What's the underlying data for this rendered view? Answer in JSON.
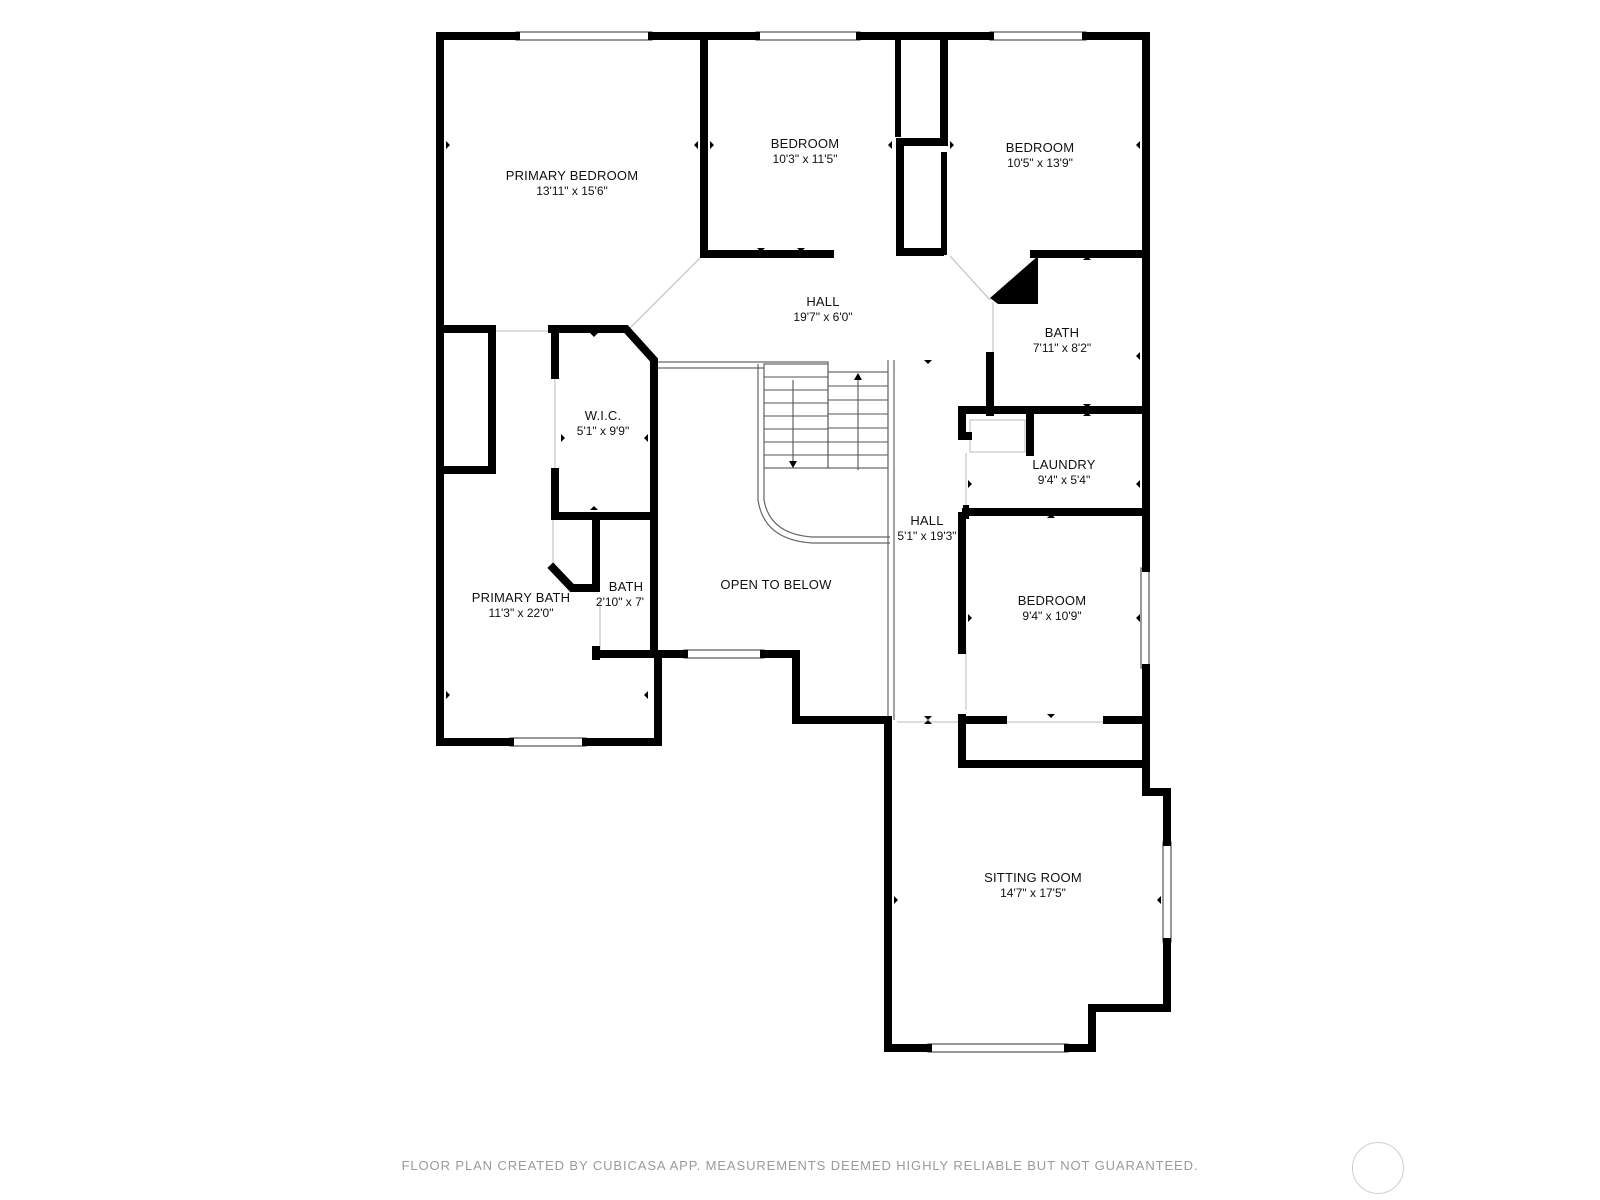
{
  "rooms": {
    "primary_bedroom": {
      "name": "PRIMARY BEDROOM",
      "dims": "13'11\" x 15'6\""
    },
    "bedroom_1": {
      "name": "BEDROOM",
      "dims": "10'3\" x 11'5\""
    },
    "bedroom_2": {
      "name": "BEDROOM",
      "dims": "10'5\" x 13'9\""
    },
    "hall_upper": {
      "name": "HALL",
      "dims": "19'7\" x 6'0\""
    },
    "bath_right": {
      "name": "BATH",
      "dims": "7'11\" x 8'2\""
    },
    "wic": {
      "name": "W.I.C.",
      "dims": "5'1\" x 9'9\""
    },
    "laundry": {
      "name": "LAUNDRY",
      "dims": "9'4\" x 5'4\""
    },
    "hall_lower": {
      "name": "HALL",
      "dims": "5'1\" x 19'3\""
    },
    "open_to_below": {
      "name": "OPEN TO BELOW"
    },
    "primary_bath": {
      "name": "PRIMARY BATH",
      "dims": "11'3\" x 22'0\""
    },
    "bath_small": {
      "name": "BATH",
      "dims": "2'10\" x 7'"
    },
    "bedroom_3": {
      "name": "BEDROOM",
      "dims": "9'4\" x 10'9\""
    },
    "sitting_room": {
      "name": "SITTING ROOM",
      "dims": "14'7\" x 17'5\""
    }
  },
  "footer": {
    "text": "FLOOR PLAN CREATED BY CUBICASA APP. MEASUREMENTS DEEMED HIGHLY RELIABLE BUT NOT GUARANTEED."
  }
}
